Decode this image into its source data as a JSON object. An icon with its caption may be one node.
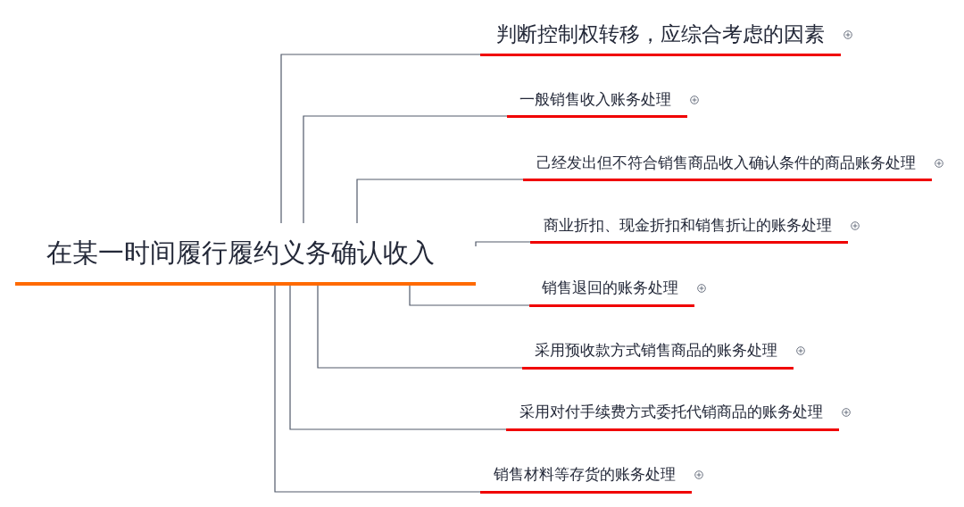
{
  "diagram": {
    "nodes": [
      {
        "text": [
          "在某一时间履行履约义务确认收入"
        ]
      },
      {
        "text": [
          "判断控制权转移，应综合考虑的因素"
        ]
      },
      {
        "text": [
          "一般销售收入账务处理"
        ]
      },
      {
        "text": [
          "己经发出但不符合销售商品收入确认条件的商品账务处理"
        ]
      },
      {
        "text": [
          "商业折扣、现金折扣和销售折让的账务处理"
        ]
      },
      {
        "text": [
          "销售退回的账务处理"
        ]
      },
      {
        "text": [
          "采用预收款方式销售商品的账务处理"
        ]
      },
      {
        "text": [
          "采用对付手续费方式委托代销商品的账务处理"
        ]
      },
      {
        "text": [
          "销售材料等存货的账务处理"
        ]
      }
    ],
    "edges": [
      {
        "from": 0,
        "to": 1,
        "arrow": "none"
      },
      {
        "from": 0,
        "to": 2,
        "arrow": "none"
      },
      {
        "from": 0,
        "to": 3,
        "arrow": "none"
      },
      {
        "from": 0,
        "to": 4,
        "arrow": "none"
      },
      {
        "from": 0,
        "to": 5,
        "arrow": "none"
      },
      {
        "from": 0,
        "to": 6,
        "arrow": "none"
      },
      {
        "from": 0,
        "to": 7,
        "arrow": "none"
      },
      {
        "from": 0,
        "to": 8,
        "arrow": "none"
      }
    ]
  }
}
